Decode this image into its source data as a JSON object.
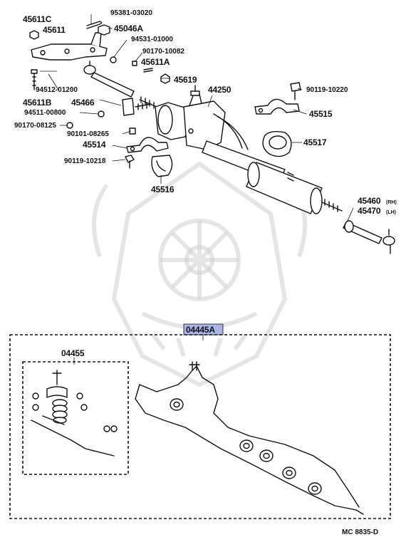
{
  "labels": {
    "p45611C": "45611C",
    "p95381": "95381-03020",
    "p45611": "45611",
    "p45046A": "45046A",
    "p94531": "94531-01000",
    "p90170_10082": "90170-10082",
    "p45611A": "45611A",
    "p45619": "45619",
    "p94512": "94512-01200",
    "p45611B": "45611B",
    "p45466": "45466",
    "p94511": "94511-00800",
    "p90170_08125": "90170-08125",
    "p90101": "90101-08265",
    "p45514": "45514",
    "p90119_10218": "90119-10218",
    "p45516": "45516",
    "p44250": "44250",
    "p90119_10220": "90119-10220",
    "p45515": "45515",
    "p45517": "45517",
    "p45460": "45460",
    "p45460_suffix": "(RH)",
    "p45470": "45470",
    "p45470_suffix": "(LH)",
    "kit_assembly": "04445A",
    "kit_sub": "04455",
    "footer_code": "MC  8835-D"
  },
  "colors": {
    "kit_highlight": "#aab4e8",
    "ink": "#111111",
    "watermark": "#d0d0d0"
  }
}
